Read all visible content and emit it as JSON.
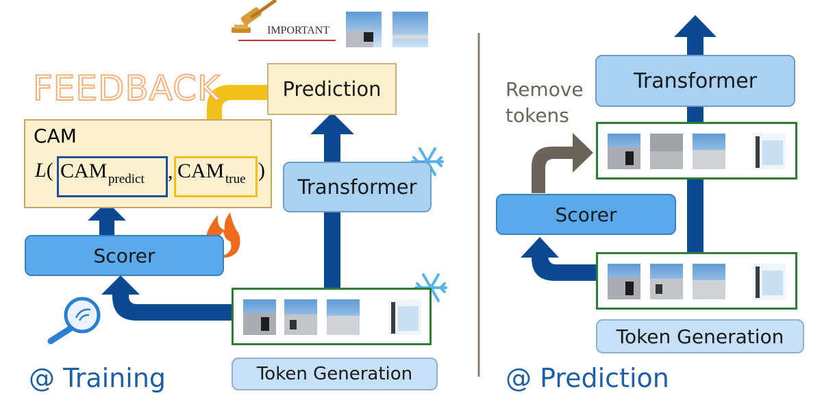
{
  "colors": {
    "arrow_blue": "#0b4a92",
    "feedback_yellow": "#f3c01a",
    "scorer_fill": "#5aa9ec",
    "transformer_fill": "#a9d1f4",
    "prediction_fill": "#fdf0cc",
    "cam_fill": "#fdf0cc",
    "token_frame": "#2e7d32",
    "divider": "#8a8078",
    "title_blue": "#1f5fa8",
    "feedback_orange": "#f5b07a",
    "remove_arrow": "#6b6459"
  },
  "training": {
    "title": "@ Training",
    "feedback_word": "FEEDBACK",
    "important_label": "IMPORTANT",
    "prediction_label": "Prediction",
    "transformer_label": "Transformer",
    "scorer_label": "Scorer",
    "token_generation_label": "Token Generation",
    "cam": {
      "title": "CAM",
      "loss_symbol": "L",
      "predict_main": "CAM",
      "predict_sub": "predict",
      "true_main": "CAM",
      "true_sub": "true",
      "open_paren": "(",
      "comma": ",",
      "close_paren": ")"
    },
    "icons": [
      "gavel-icon",
      "snowflake-icon",
      "flame-icon",
      "magnifier-icon"
    ]
  },
  "prediction": {
    "title": "@ Prediction",
    "transformer_label": "Transformer",
    "scorer_label": "Scorer",
    "token_generation_label": "Token Generation",
    "remove_tokens_line1": "Remove",
    "remove_tokens_line2": "tokens"
  }
}
